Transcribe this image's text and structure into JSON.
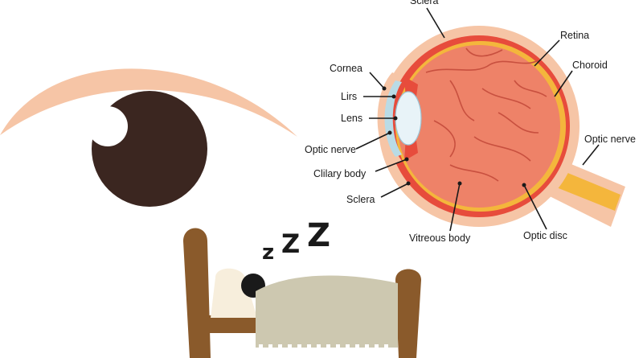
{
  "colors": {
    "brow": "#f6c5a6",
    "iris": "#3b2620",
    "pupil_highlight": "#ffffff",
    "eyeball": "#ee8268",
    "eyeball_outer": "#f6c5a6",
    "choroid": "#e74c3c",
    "retina": "#f4b63c",
    "vessels": "#c8503f",
    "lens": "#e8f3f8",
    "optic_nerve": "#f4b63c",
    "bed_wood": "#8a5a2b",
    "blanket": "#cdc8b0",
    "pillow": "#f7eedc",
    "hair": "#1a1a1a"
  },
  "sleep_text": {
    "z1": "z",
    "z2": "Z",
    "z3": "Z"
  },
  "labels": {
    "sclera_top": "Sclera",
    "retina": "Retina",
    "choroid": "Choroid",
    "cornea": "Cornea",
    "lirs": "Lirs",
    "lens": "Lens",
    "optic_nerve_left": "Optic nerve",
    "optic_nerve_right": "Optic nerve",
    "clilary_body": "Clilary body",
    "sclera_bottom": "Sclera",
    "vitreous_body": "Vitreous body",
    "optic_disc": "Optic disc"
  },
  "icons": {
    "cartoon_eye": "eye-icon",
    "eye_anatomy": "eyeball-cross-section",
    "sleeping_person": "bed-icon"
  }
}
